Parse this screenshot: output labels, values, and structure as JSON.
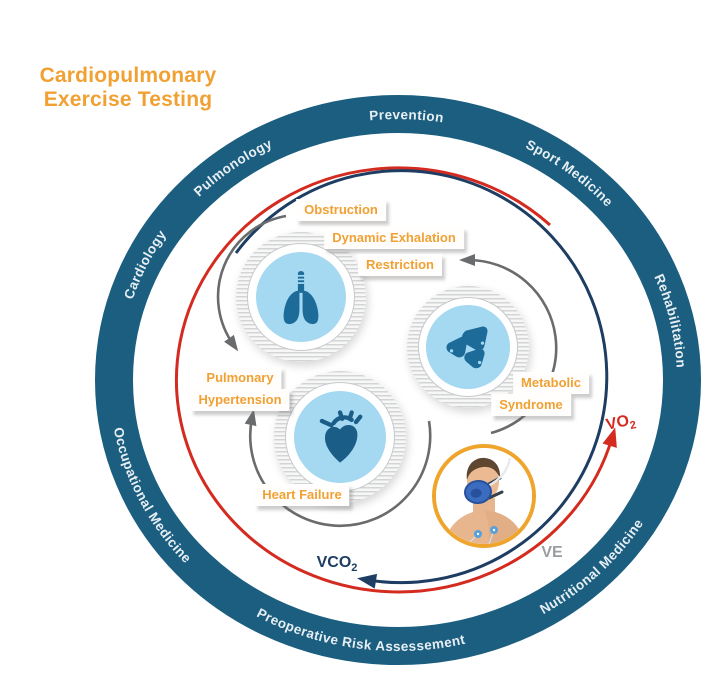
{
  "title": {
    "line1": "Cardiopulmonary",
    "line2": "Exercise Testing"
  },
  "ring": {
    "labels": [
      {
        "id": "prevention",
        "text": "Prevention"
      },
      {
        "id": "sport-medicine",
        "text": "Sport Medicine"
      },
      {
        "id": "rehabilitation",
        "text": "Rehabilitation"
      },
      {
        "id": "nutritional-medicine",
        "text": "Nutritional Medicine"
      },
      {
        "id": "preoperative-risk-assessement",
        "text": "Preoperative Risk Assessement"
      },
      {
        "id": "occupational-medicine",
        "text": "Occupational Medicine"
      },
      {
        "id": "cardiology",
        "text": "Cardiology"
      },
      {
        "id": "pulmonology",
        "text": "Pulmonology"
      }
    ]
  },
  "conditions": {
    "obstruction": "Obstruction",
    "dynamic_exhalation": "Dynamic Exhalation",
    "restriction": "Restriction",
    "pulmonary_hypertension": {
      "line1": "Pulmonary",
      "line2": "Hypertension"
    },
    "metabolic_syndrome": {
      "line1": "Metabolic",
      "line2": "Syndrome"
    },
    "heart_failure": "Heart Failure"
  },
  "flows": {
    "vo2": {
      "base": "VO",
      "sub": "2"
    },
    "vco2": {
      "base": "VCO",
      "sub": "2"
    },
    "ve": "VE"
  },
  "icons": {
    "lungs": "lungs-icon",
    "heart": "heart-icon",
    "fat_cells": "fat-cells-icon",
    "patient_photo": "cpet-mask-photo"
  },
  "colors": {
    "ring_teal": "#1B5E7F",
    "accent_orange": "#F1A133",
    "vo2_red": "#D42B20",
    "vco2_navy": "#1E3D63",
    "bubble_blue": "#A5D8F1",
    "icon_blue": "#1D6B99",
    "cycle_arrow_gray": "#6A6B6D",
    "ve_gray": "#9B9DA0"
  }
}
